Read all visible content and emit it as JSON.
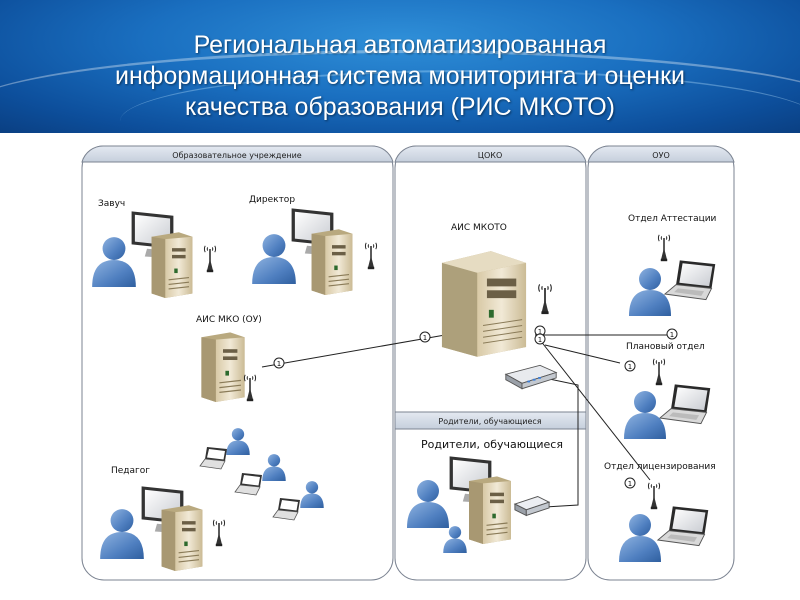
{
  "header": {
    "title_lines": [
      "Региональная автоматизированная",
      "информационная система мониторинга и оценки",
      "качества образования (РИС МКОТО)"
    ]
  },
  "panels": {
    "school": "Образовательное учреждение",
    "tsoko": "ЦОКО",
    "ouo": "ОУО",
    "parents": "Родители, обучающиеся"
  },
  "labels": {
    "zavuch": "Завуч",
    "director": "Директор",
    "ais_mko": "АИС МКО (ОУ)",
    "pedagog": "Педагог",
    "ais_mkoto": "АИС МКОТО",
    "parents_students": "Родители, обучающиеся",
    "attestation": "Отдел Аттестации",
    "planning": "Плановый отдел",
    "licensing": "Отдел лицензирования"
  },
  "connection_number": "1",
  "colors": {
    "header_blue": "#1a6fc0",
    "panel_header": "#d3dbe6",
    "person_blue": "#5b87c2",
    "server_beige": "#e7dcc3"
  }
}
